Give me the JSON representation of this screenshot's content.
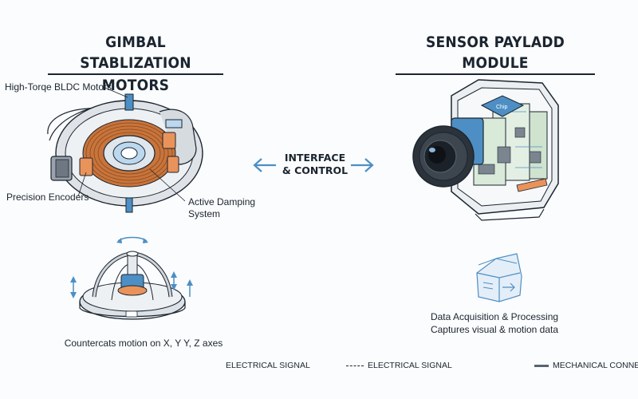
{
  "gimbal": {
    "title_line1": "GIMBAL STABLIZATION",
    "title_line2": "MOTORS",
    "label_bldc": "High-Torqe BLDC Motors",
    "label_encoders": "Precision Encoders",
    "label_damping": "Active Damping System",
    "label_countermotion": "Countercats motion on X, Y Y, Z axes"
  },
  "sensor": {
    "title": "SENSOR PAYLADD MODULE",
    "chip_label": "Chip",
    "label_data": "Data Acquisition & Processing Captures visual & motion data"
  },
  "interface": {
    "label": "INTERFACE & CONTROL"
  },
  "legend": {
    "item1": "ELECTRICAL SIGNAL",
    "item2": "ELECTRICAL SIGNAL",
    "item3": "MECHANICAL CONNECTIO"
  },
  "colors": {
    "copper": "#c8743b",
    "orange": "#e9935a",
    "blue": "#4d8fc4",
    "light_blue": "#bcd8ee",
    "pcb_green": "#cfe3cf",
    "gray": "#c9ced4",
    "dark": "#1b2530"
  }
}
